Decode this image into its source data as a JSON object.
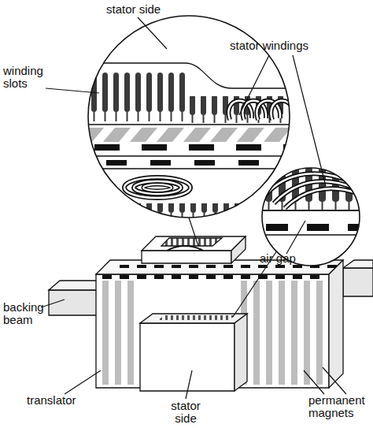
{
  "diagram": {
    "labels": [
      "stator side",
      "winding slots",
      "stator windings",
      "air gap",
      "backing beam",
      "translator",
      "stator side",
      "permanent magnets"
    ]
  }
}
